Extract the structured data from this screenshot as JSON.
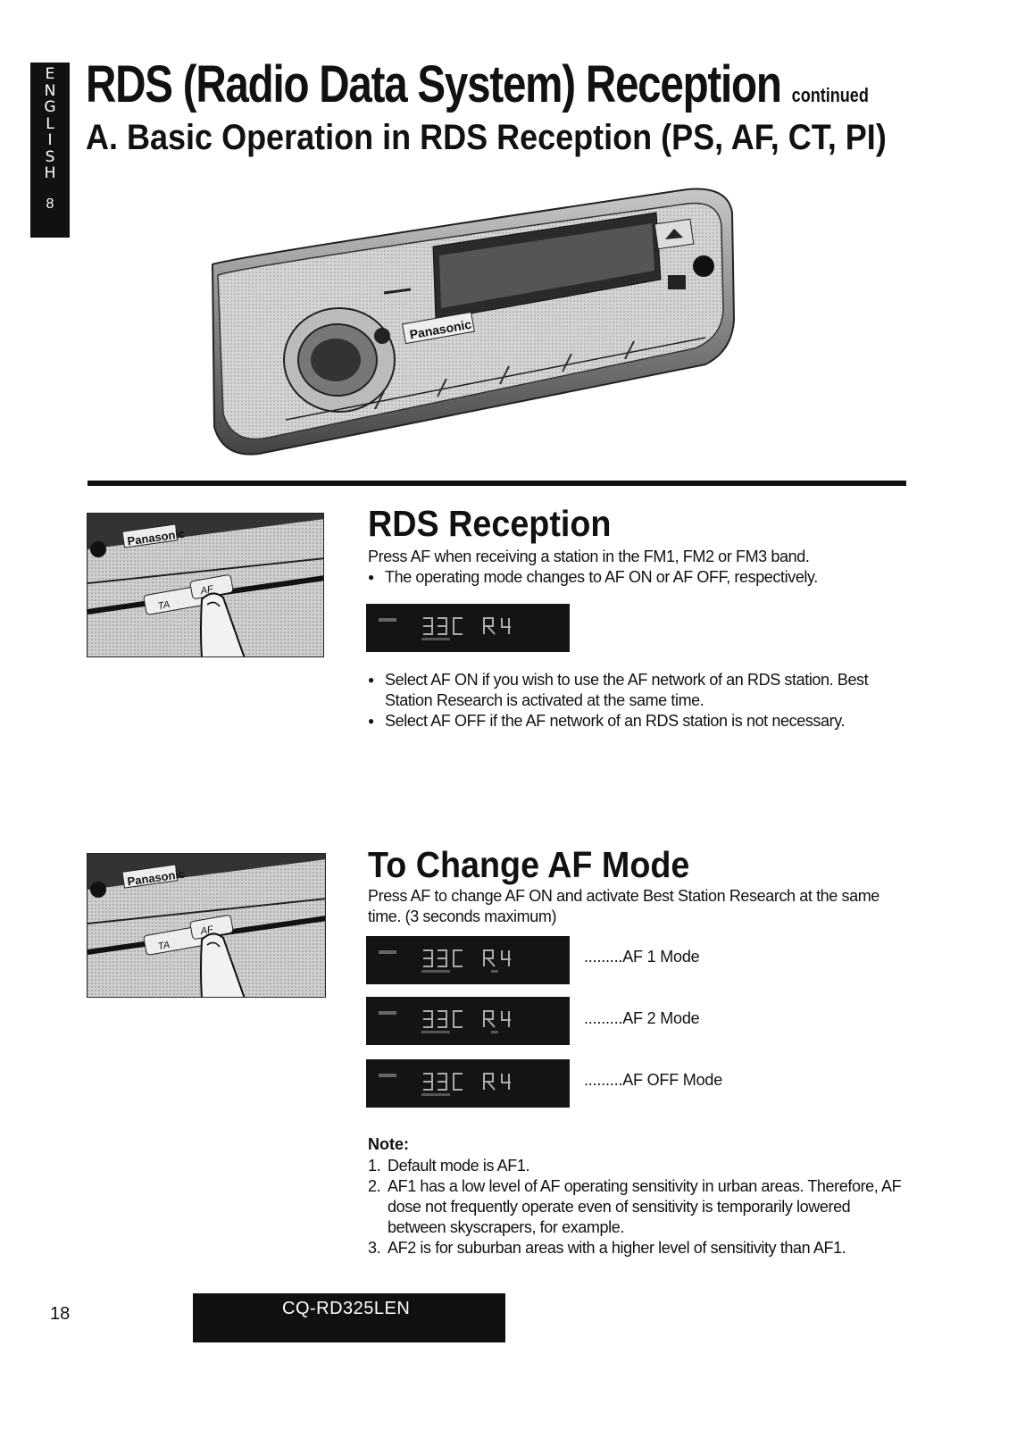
{
  "language_tab": {
    "letters": [
      "E",
      "N",
      "G",
      "L",
      "I",
      "S",
      "H"
    ],
    "page_index": "8"
  },
  "header": {
    "title": "RDS (Radio Data System) Reception",
    "title_suffix": "continued",
    "subtitle": "A. Basic Operation in RDS Reception (PS, AF, CT, PI)"
  },
  "device_brand": "Panasonic",
  "buttons": {
    "ta": "TA",
    "af": "AF"
  },
  "rds_reception": {
    "heading": "RDS Reception",
    "intro": "Press AF when receiving a station in the FM1, FM2 or FM3 band.",
    "intro_bullet": "The operating mode changes to AF ON or AF OFF, respectively.",
    "bullets": [
      "Select AF ON if you wish to use the AF network of an RDS station. Best Station Research is activated at the same time.",
      "Select AF OFF if the AF network of an RDS station is not necessary."
    ]
  },
  "change_af_mode": {
    "heading": "To Change AF Mode",
    "intro": "Press AF to change AF ON and activate Best Station Research at the same time. (3 seconds maximum)",
    "modes": [
      {
        "label": ".........AF 1  Mode"
      },
      {
        "label": ".........AF 2  Mode"
      },
      {
        "label": ".........AF OFF  Mode"
      }
    ]
  },
  "note": {
    "title": "Note:",
    "items": [
      {
        "num": "1.",
        "text": "Default mode is AF1."
      },
      {
        "num": "2.",
        "text": "AF1 has a low level of AF operating sensitivity in urban areas. Therefore, AF dose not frequently operate even of sensitivity is temporarily lowered between skyscrapers, for example."
      },
      {
        "num": "3.",
        "text": "AF2 is for suburban areas with a higher level of sensitivity than AF1."
      }
    ]
  },
  "footer": {
    "page_number": "18",
    "model": "CQ-RD325LEN"
  }
}
